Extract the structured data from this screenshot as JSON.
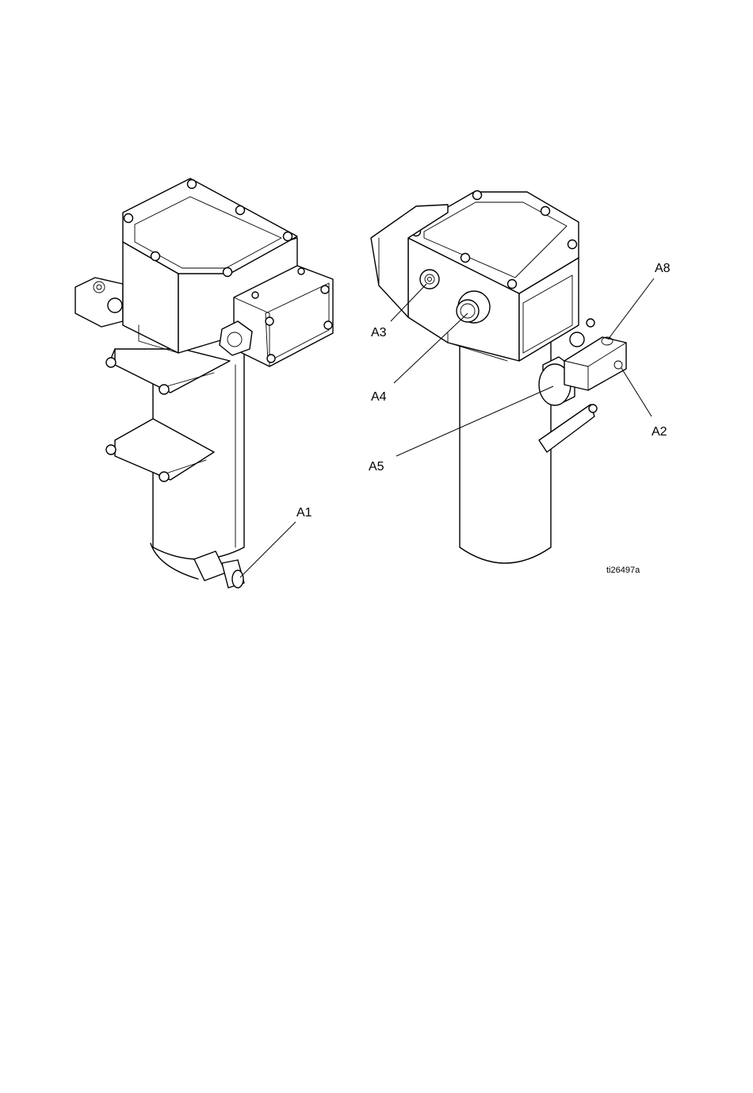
{
  "figure": {
    "callouts": {
      "a1": "A1",
      "a2": "A2",
      "a3": "A3",
      "a4": "A4",
      "a5": "A5",
      "a8": "A8"
    },
    "figure_id": "ti26497a"
  }
}
